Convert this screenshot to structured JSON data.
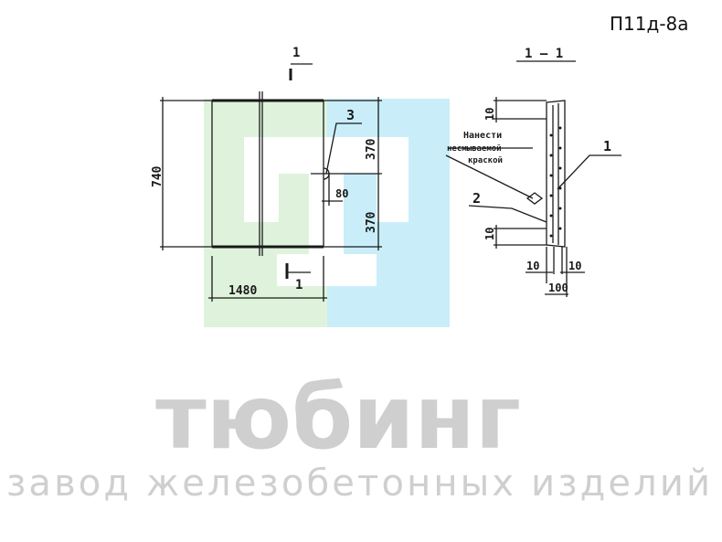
{
  "sheet_code": "П11д-8а",
  "drawing": {
    "section_mark": "1",
    "section_title": "1 – 1",
    "dim_height": "740",
    "dim_width": "1480",
    "dim_upper": "370",
    "dim_lower": "370",
    "dim_offset": "80",
    "dim_top": "10",
    "dim_bottom": "10",
    "dim_left": "10",
    "dim_right": "10",
    "dim_thickness": "100",
    "callout_1": "1",
    "callout_2": "2",
    "callout_3": "3",
    "note_line1": "Нанести",
    "note_line2": "несмываемой",
    "note_line3": "краской"
  },
  "watermark": {
    "brand": "тюбинг",
    "tagline": "завод железобетонных изделий",
    "green": "#dff3dc",
    "blue": "#c9eef9"
  }
}
